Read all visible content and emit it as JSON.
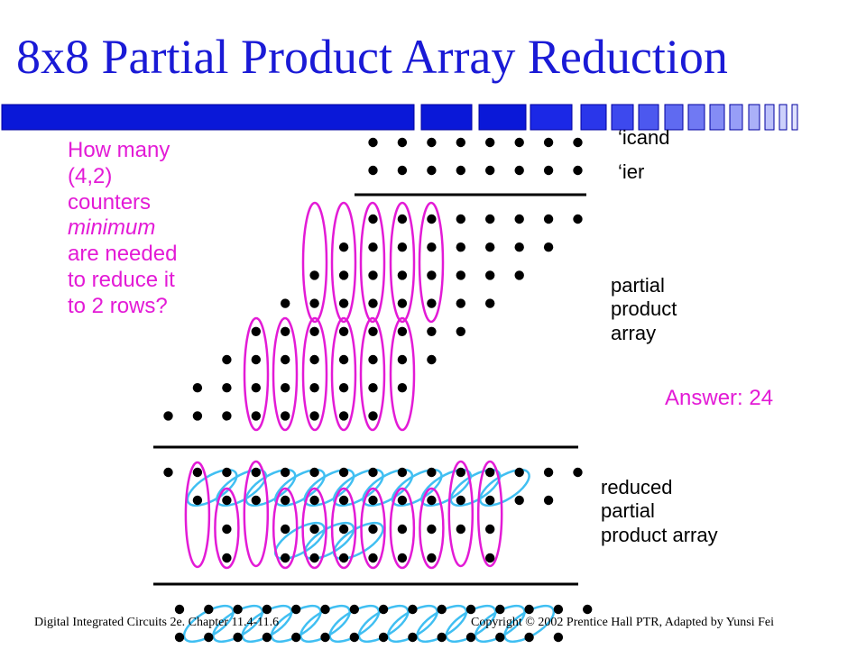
{
  "slide": {
    "title": "8x8 Partial Product Array Reduction",
    "question_lines": [
      "How many",
      "(4,2)",
      "counters",
      "minimum",
      "are needed",
      "to reduce it",
      "to 2 rows?"
    ],
    "answer": "Answer: 24"
  },
  "labels": {
    "multiplicand": "‘icand",
    "multiplier": "‘ier",
    "partial_product_array": [
      "partial",
      "product",
      "array"
    ],
    "reduced_partial_product_array": [
      "reduced",
      "partial",
      "product array"
    ]
  },
  "footer": {
    "left": "Digital Integrated Circuits 2e. Chapter 11.4-11.6",
    "right": "Copyright © 2002 Prentice Hall PTR, Adapted by Yunsi Fei"
  },
  "colors": {
    "title": "#1a1ad6",
    "highlight": "#e31bd6",
    "counter_ellipse": "#e31bd6",
    "carry_ellipse": "#40bff2",
    "band_dark": "#0a18d8"
  },
  "array": {
    "columns": 15,
    "multiplicand_bits": 8,
    "multiplier_bits": 8,
    "partial_product_rows": 8,
    "reduced_row_lengths": [
      15,
      13,
      10,
      8
    ],
    "final_row_lengths": [
      15,
      14
    ]
  }
}
